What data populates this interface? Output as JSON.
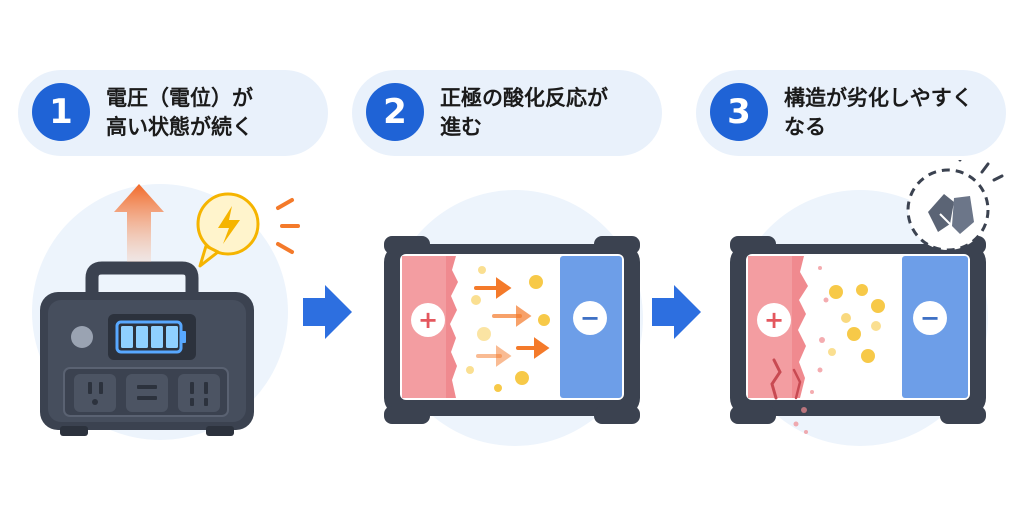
{
  "steps": [
    {
      "number": "1",
      "line1": "電圧（電位）が",
      "line2": "高い状態が続く"
    },
    {
      "number": "2",
      "line1": "正極の酸化反応が",
      "line2": "進む"
    },
    {
      "number": "3",
      "line1": "構造が劣化しやすく",
      "line2": "なる"
    }
  ],
  "battery_cell": {
    "positive_symbol": "+",
    "negative_symbol": "−"
  },
  "colors": {
    "accent_blue": "#1f63d6",
    "card_bg": "#e9f1fb",
    "positive": "#f08a8f",
    "negative": "#6d9ee8",
    "particle": "#f7c948",
    "arrow_orange": "#f47a2a",
    "station_body": "#3b4250",
    "charge_green": "#58a8ff",
    "lightning": "#f5b400"
  },
  "icons": [
    "up-arrow-icon",
    "lightning-bubble-icon",
    "right-arrow-icon",
    "cracked-crystal-icon"
  ]
}
